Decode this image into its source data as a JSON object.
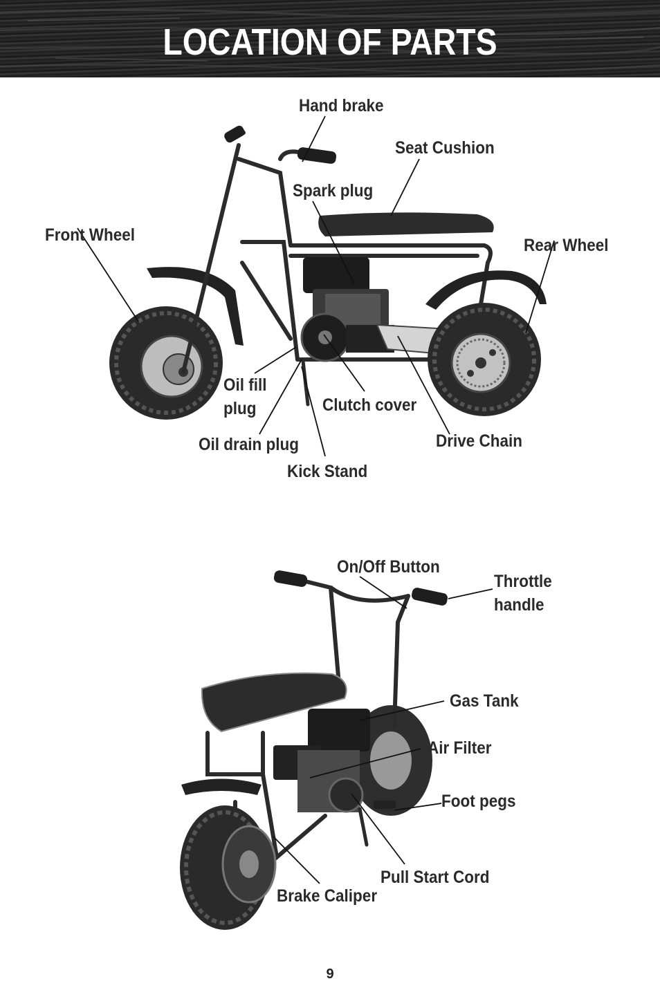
{
  "header": {
    "title": "LOCATION OF PARTS"
  },
  "side_view": {
    "labels": {
      "hand_brake": "Hand brake",
      "seat_cushion": "Seat Cushion",
      "spark_plug": "Spark plug",
      "front_wheel": "Front Wheel",
      "rear_wheel": "Rear Wheel",
      "oil_fill_plug_line1": "Oil fill",
      "oil_fill_plug_line2": "plug",
      "clutch_cover": "Clutch cover",
      "drive_chain": "Drive Chain",
      "oil_drain_plug": "Oil drain plug",
      "kick_stand": "Kick Stand"
    }
  },
  "rear_view": {
    "labels": {
      "on_off_button": "On/Off Button",
      "throttle_handle_line1": "Throttle",
      "throttle_handle_line2": "handle",
      "gas_tank": "Gas Tank",
      "air_filter": "Air Filter",
      "foot_pegs": "Foot pegs",
      "pull_start_cord": "Pull Start Cord",
      "brake_caliper": "Brake Caliper"
    }
  },
  "footer": {
    "page_number": "9"
  }
}
